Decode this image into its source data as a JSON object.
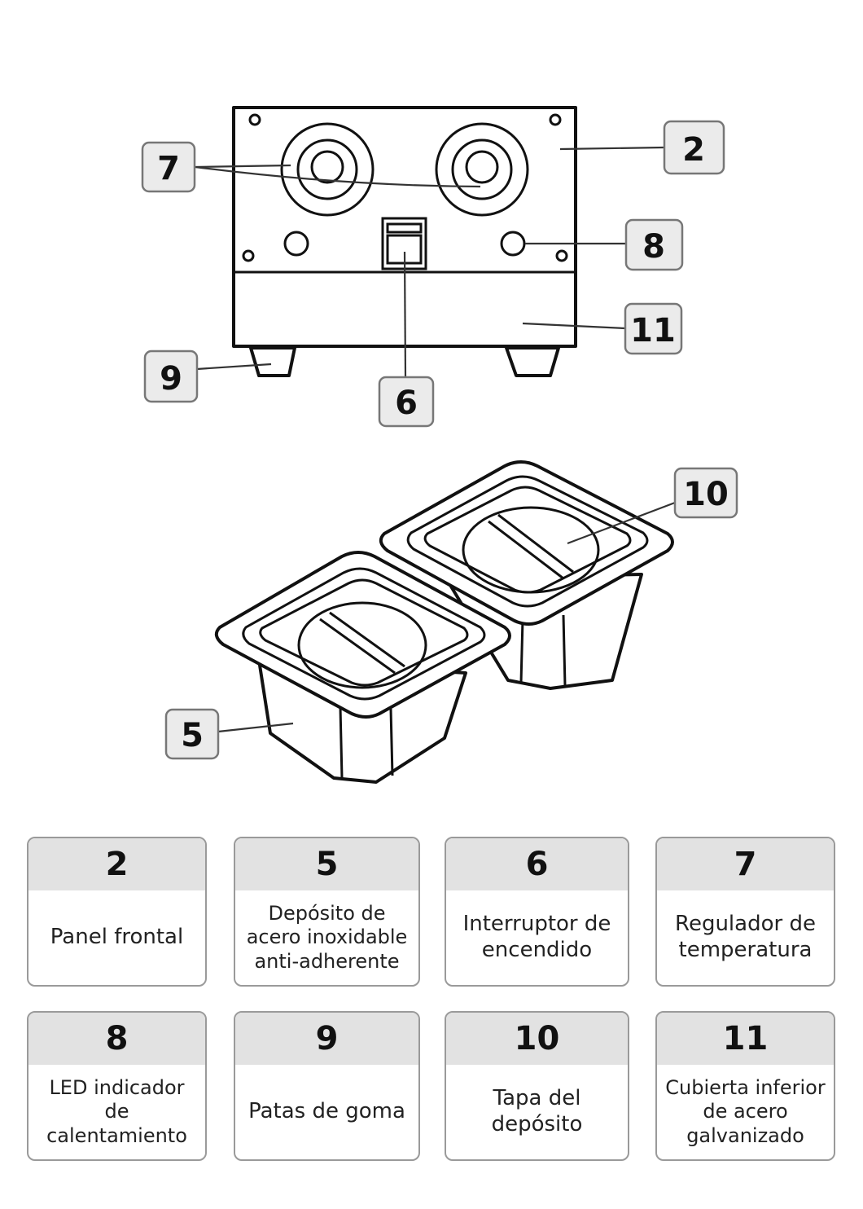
{
  "callouts": {
    "c2": "2",
    "c5": "5",
    "c6": "6",
    "c7": "7",
    "c8": "8",
    "c9": "9",
    "c10": "10",
    "c11": "11"
  },
  "legend": [
    {
      "number": "2",
      "label": "Panel frontal"
    },
    {
      "number": "5",
      "label": "Depósito de acero inoxidable anti-adherente"
    },
    {
      "number": "6",
      "label": "Interruptor de encendido"
    },
    {
      "number": "7",
      "label": "Regulador de temperatura"
    },
    {
      "number": "8",
      "label": "LED indicador de calentamiento"
    },
    {
      "number": "9",
      "label": "Patas de goma"
    },
    {
      "number": "10",
      "label": "Tapa del depósito"
    },
    {
      "number": "11",
      "label": "Cubierta inferior de acero galvanizado"
    }
  ]
}
